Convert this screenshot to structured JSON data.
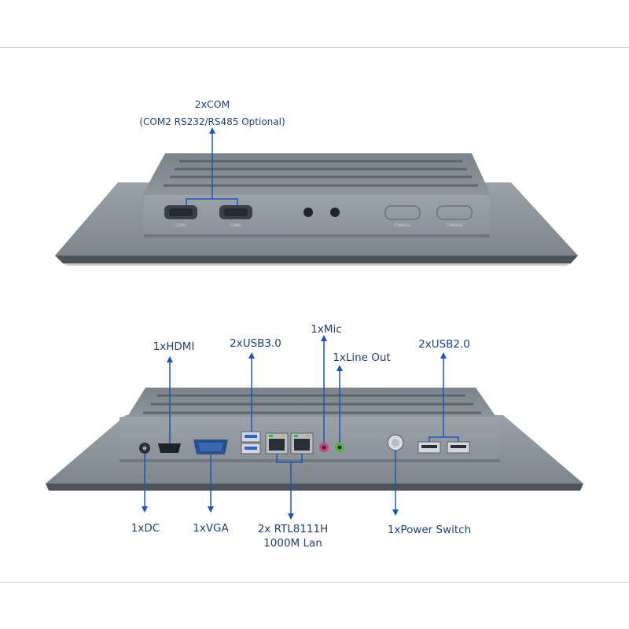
{
  "colors": {
    "arrow": "#1c55b8",
    "label": "#1f3f78",
    "panel_metal": "#8a929c",
    "panel_dark": "#6e7680",
    "bezel": "#8c939b",
    "border_line": "#c9d3dd"
  },
  "top_view": {
    "callouts": [
      {
        "id": "com",
        "line1": "2xCOM",
        "line2": "(COM2 RS232/RS485 Optional)"
      }
    ],
    "printed_port_labels": [
      "COM1",
      "COM2",
      "CONSOLE",
      "CONSOLE"
    ]
  },
  "bottom_view": {
    "callouts": [
      {
        "id": "hdmi",
        "text": "1xHDMI"
      },
      {
        "id": "usb3",
        "text": "2xUSB3.0"
      },
      {
        "id": "mic",
        "text": "1xMic"
      },
      {
        "id": "lineout",
        "text": "1xLine Out"
      },
      {
        "id": "usb2",
        "text": "2xUSB2.0"
      },
      {
        "id": "dc",
        "text": "1xDC"
      },
      {
        "id": "vga",
        "text": "1xVGA"
      },
      {
        "id": "lan",
        "line1": "2x RTL8111H",
        "line2": "1000M Lan"
      },
      {
        "id": "power",
        "text": "1xPower Switch"
      }
    ]
  }
}
